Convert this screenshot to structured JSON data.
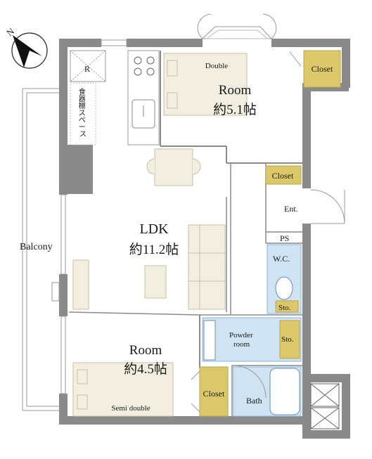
{
  "compass": {
    "north": "N"
  },
  "rooms": {
    "room1": {
      "name": "Room",
      "size": "約5.1帖"
    },
    "ldk": {
      "name": "LDK",
      "size": "約11.2帖"
    },
    "room2": {
      "name": "Room",
      "size": "約4.5帖"
    }
  },
  "labels": {
    "balcony": "Balcony",
    "entrance": "Ent.",
    "ps": "PS",
    "wc": "W.C.",
    "sto1": "Sto.",
    "sto2": "Sto.",
    "powder_line1": "Powder",
    "powder_line2": "room",
    "bath": "Bath",
    "closet_top": "Closet",
    "closet_mid": "Closet",
    "closet_bottom": "Closet",
    "fridge": "R",
    "cupboard": [
      "食",
      "器",
      "棚",
      "ス",
      "ペ",
      "ー",
      "ス"
    ],
    "bed_double": "Double",
    "bed_semi": "Semi double"
  },
  "colors": {
    "wall": "#8a8a8a",
    "closet": "#dcc86a",
    "wet_area": "#cfe3f3",
    "furniture": "#f2efe0"
  }
}
